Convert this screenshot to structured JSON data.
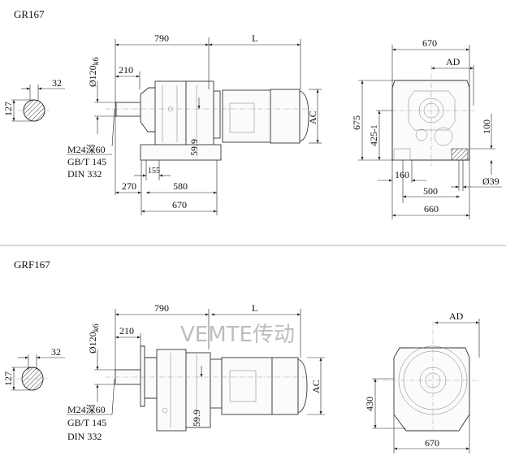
{
  "watermark": "VEMTE传动",
  "gr167": {
    "title": "GR167",
    "shaft_section": {
      "key_width": "32",
      "height": "127"
    },
    "side_view": {
      "length_gear": "790",
      "length_motor": "L",
      "shaft_dia": "Ø120",
      "shaft_tol": "k6",
      "shaft_len": "210",
      "center_offset": "59.9",
      "foot_hole": "155",
      "foot_front": "270",
      "foot_span": "580",
      "foot_total": "670",
      "motor_dia": "AC",
      "thread": "M24深60",
      "std1": "GB/T 145",
      "std2": "DIN 332"
    },
    "end_view": {
      "width": "670",
      "ad": "AD",
      "height": "675",
      "center_height": "425",
      "center_tol": "-1",
      "foot_height": "100",
      "hole_dia": "Ø39",
      "foot_width": "160",
      "hole_span": "500",
      "foot_total": "660"
    }
  },
  "grf167": {
    "title": "GRF167",
    "shaft_section": {
      "key_width": "32",
      "height": "127"
    },
    "side_view": {
      "length_gear": "790",
      "length_motor": "L",
      "shaft_dia": "Ø120",
      "shaft_tol": "k6",
      "shaft_len": "210",
      "center_offset": "59.9",
      "motor_dia": "AC",
      "thread": "M24深60",
      "std1": "GB/T 145",
      "std2": "DIN 332"
    },
    "end_view": {
      "ad": "AD",
      "center_height": "430",
      "width": "670"
    }
  }
}
